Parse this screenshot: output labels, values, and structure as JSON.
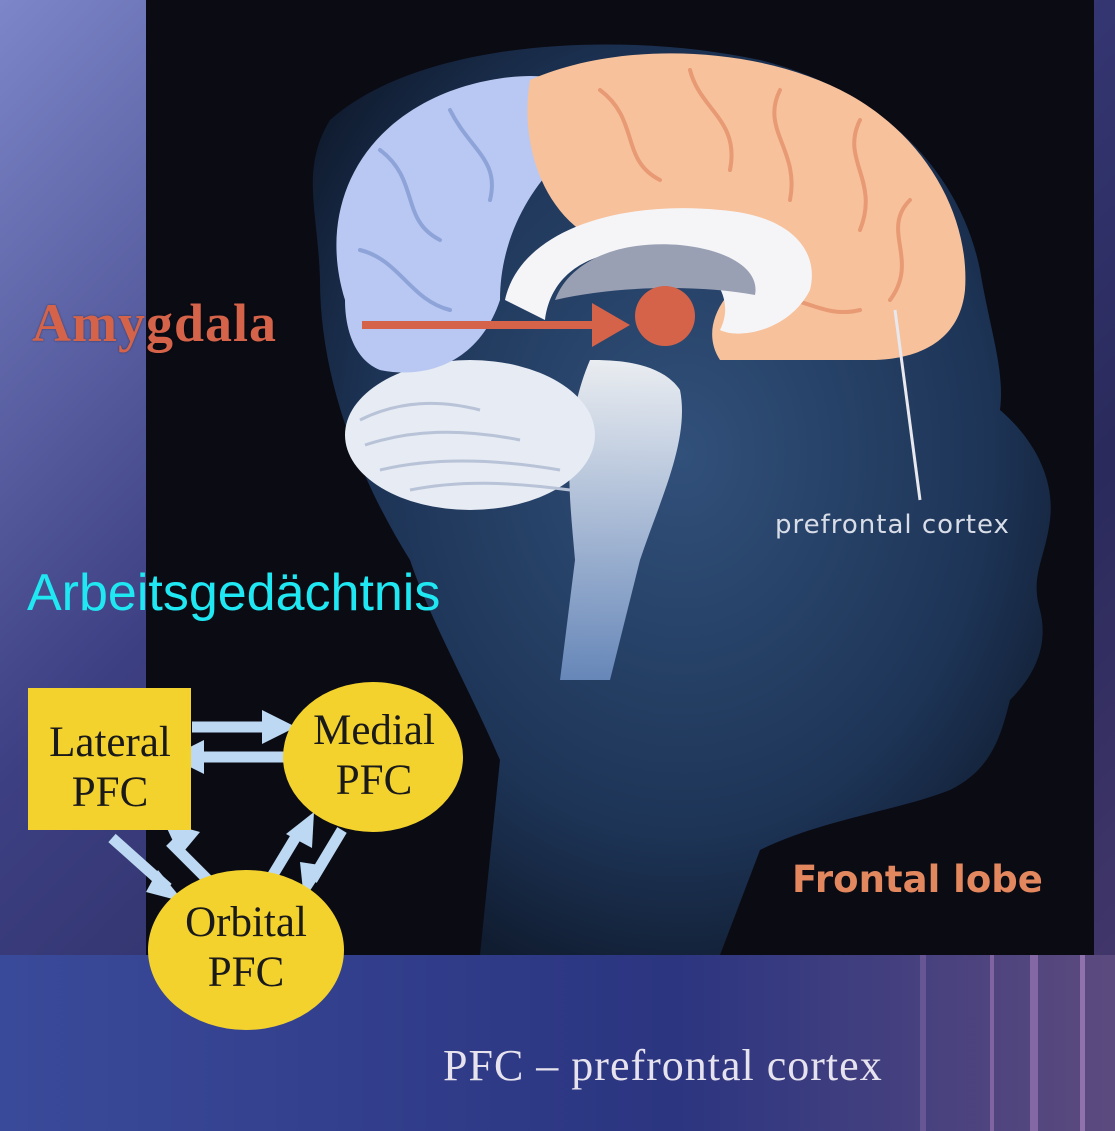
{
  "labels": {
    "amygdala": "Amygdala",
    "prefrontal_cortex": "prefrontal cortex",
    "frontal_lobe": "Frontal lobe",
    "working_memory": "Arbeitsgedächtnis",
    "caption": "PFC – prefrontal cortex"
  },
  "nodes": {
    "lateral": {
      "line1": "Lateral",
      "line2": "PFC"
    },
    "medial": {
      "line1": "Medial",
      "line2": "PFC"
    },
    "orbital": {
      "line1": "Orbital",
      "line2": "PFC"
    }
  },
  "colors": {
    "amygdala": "#d4634a",
    "prefrontal_region": "#f7c19c",
    "brain_other": "#b9c8f2",
    "working_memory_text": "#1fe8f2",
    "node_fill": "#f3d22e",
    "connector_arrows": "#bcd8f2",
    "frontal_lobe_text": "#e3875f"
  }
}
